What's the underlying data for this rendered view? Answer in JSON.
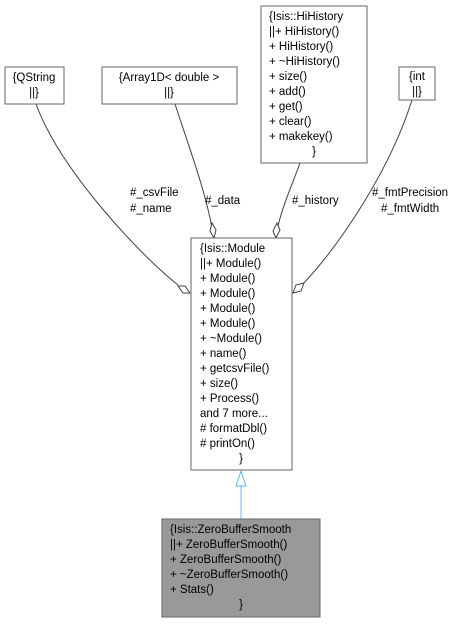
{
  "nodes": {
    "qstring": {
      "lines": [
        "{QString",
        "||}"
      ]
    },
    "array1d": {
      "lines": [
        "{Array1D< double >",
        "||}"
      ]
    },
    "hihistory": {
      "lines": [
        "{Isis::HiHistory",
        "||+ HiHistory()",
        "+ HiHistory()",
        "+ ~HiHistory()",
        "+ size()",
        "+ add()",
        "+ get()",
        "+ clear()",
        "+ makekey()",
        "}"
      ]
    },
    "int_node": {
      "lines": [
        "{int",
        "||}"
      ]
    },
    "module": {
      "lines": [
        "{Isis::Module",
        "||+ Module()",
        "+ Module()",
        "+ Module()",
        "+ Module()",
        "+ Module()",
        "+ ~Module()",
        "+ name()",
        "+ getcsvFile()",
        "+ size()",
        "+ Process()",
        "and 7 more...",
        "# formatDbl()",
        "# printOn()",
        "}"
      ]
    },
    "zerobuffersmooth": {
      "lines": [
        "{Isis::ZeroBufferSmooth",
        "||+ ZeroBufferSmooth()",
        "+ ZeroBufferSmooth()",
        "+ ~ZeroBufferSmooth()",
        "+ Stats()",
        "}"
      ]
    }
  },
  "edges": {
    "qstring_labels": [
      "#_csvFile",
      "#_name"
    ],
    "array1d_labels": [
      "#_data"
    ],
    "hihistory_labels": [
      "#_history"
    ],
    "int_labels": [
      "#_fmtPrecision",
      "#_fmtWidth"
    ]
  },
  "colors": {
    "focus_fill": "#999999",
    "border": "#666666",
    "edge": "#404040",
    "inherit_edge": "#63b8ff"
  }
}
